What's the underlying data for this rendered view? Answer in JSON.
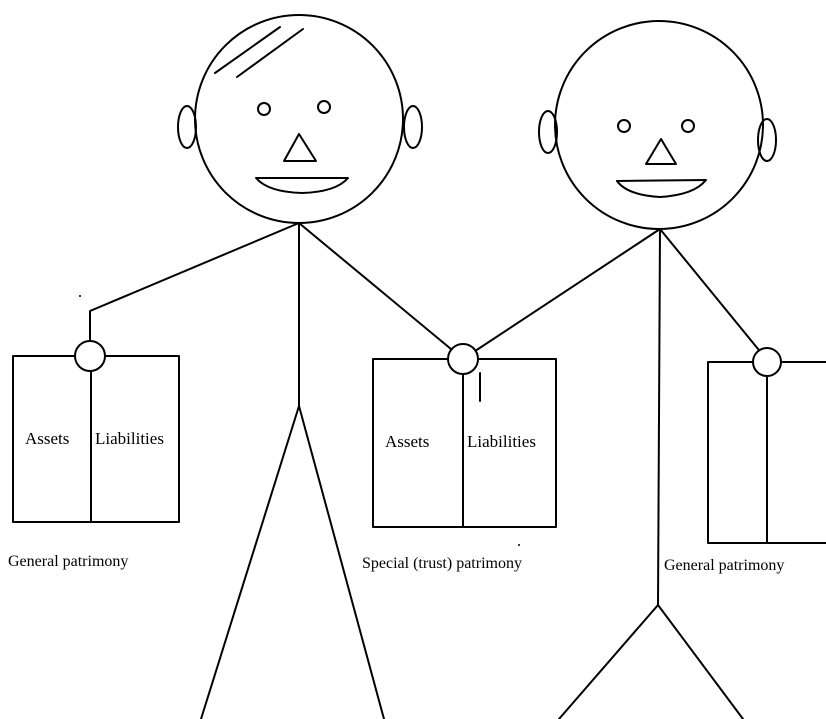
{
  "figures": {
    "left_person": {
      "label": "stick-figure-left"
    },
    "right_person": {
      "label": "stick-figure-right"
    }
  },
  "ledgers": {
    "left": {
      "assets": "Assets",
      "liabilities": "Liabilities",
      "caption": "General patrimony"
    },
    "middle": {
      "assets": "Assets",
      "liabilities": "Liabilities",
      "caption": "Special (trust) patrimony"
    },
    "right": {
      "caption": "General patrimony"
    }
  }
}
